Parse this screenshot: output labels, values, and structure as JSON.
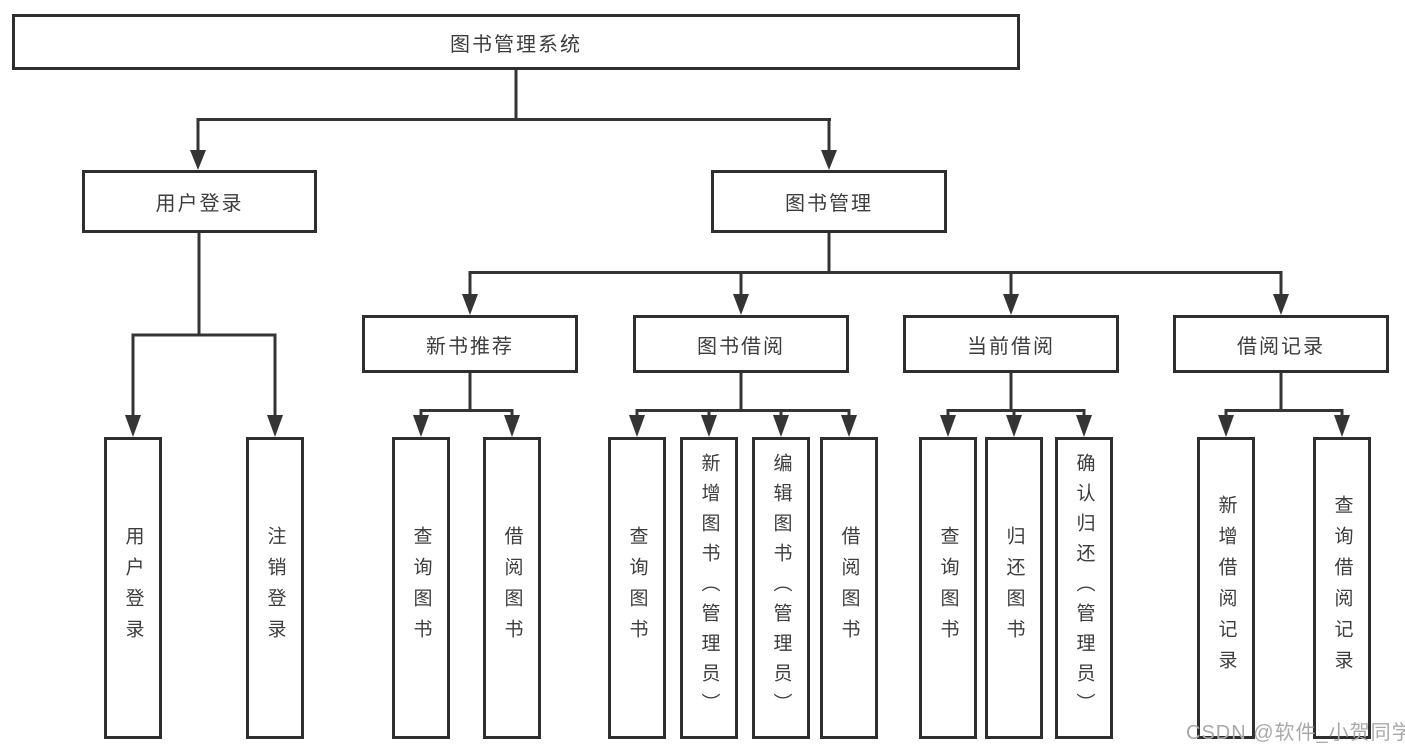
{
  "nodes": {
    "root": {
      "label": "图书管理系统"
    },
    "level2": [
      {
        "label": "用户登录"
      },
      {
        "label": "图书管理"
      }
    ],
    "level3": [
      {
        "label": "新书推荐"
      },
      {
        "label": "图书借阅"
      },
      {
        "label": "当前借阅"
      },
      {
        "label": "借阅记录"
      }
    ],
    "leaves": [
      {
        "label": "用户登录"
      },
      {
        "label": "注销登录"
      },
      {
        "label": "查询图书"
      },
      {
        "label": "借阅图书"
      },
      {
        "label": "查询图书"
      },
      {
        "label": "新增图书（管理员）"
      },
      {
        "label": "编辑图书（管理员）"
      },
      {
        "label": "借阅图书"
      },
      {
        "label": "查询图书"
      },
      {
        "label": "归还图书"
      },
      {
        "label": "确认归还（管理员）"
      },
      {
        "label": "新增借阅记录"
      },
      {
        "label": "查询借阅记录"
      }
    ]
  },
  "watermark": {
    "text": "CSDN @软件_小贺同学"
  },
  "colors": {
    "line": "#343434",
    "box_border": "#2e2e2e",
    "text": "#3d3d3d",
    "watermark": "#a9a9a9",
    "background": "#ffffff"
  }
}
